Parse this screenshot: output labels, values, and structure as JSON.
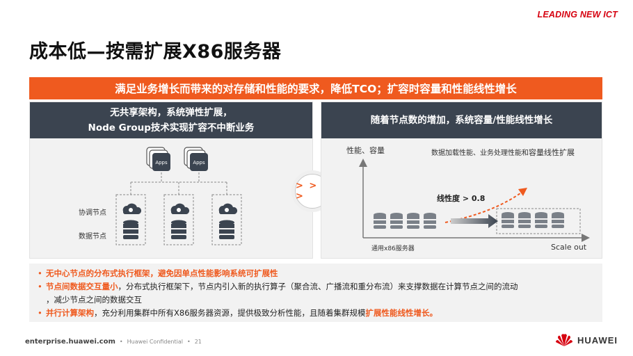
{
  "header": {
    "tagline": "LEADING NEW ICT",
    "title": "成本低—按需扩展X86服务器"
  },
  "banner": {
    "text": "满足业务增长而带来的对存储和性能的要求，降低TCO；扩容时容量和性能线性增长"
  },
  "left_panel": {
    "header_line1": "无共享架构，系统弹性扩展，",
    "header_line2": "Node Group技术实现扩容不中断业务",
    "apps_label": "Apps",
    "coord_label": "协调节点",
    "data_label": "数据节点"
  },
  "divider": {
    "label": "> > >"
  },
  "right_panel": {
    "header": "随着节点数的增加，系统容量/性能线性增长",
    "y_axis_label": "性能、容量",
    "x_axis_label": "Scale out",
    "trend_annotation_part1": "数据加载性能、业务处理性能和",
    "trend_annotation_part2": "容量线性扩展",
    "linearity": "线性度 > 0.8",
    "server_caption": "通用x86服务器"
  },
  "bullets": [
    {
      "highlight": "无中心节点的分布式执行框架，避免因单点性能影响系统可扩展性",
      "text": ""
    },
    {
      "highlight": "节点间数据交互量小",
      "text": "，分布式执行框架下，节点内引入新的执行算子（聚合流、广播流和重分布流）来支撑数据在计算节点之间的流动"
    },
    {
      "continuation": "，减少节点之间的数据交互"
    },
    {
      "highlight": "并行计算架构",
      "text": "，充分利用集群中所有X86服务器资源，提供极致分析性能，且随着集群规模",
      "highlight2": "扩展性能线性增长。"
    }
  ],
  "footer": {
    "site": "enterprise.huawei.com",
    "confidential": "Huawei Confidential",
    "page": "21"
  },
  "logo": {
    "text": "HUAWEI"
  },
  "colors": {
    "accent": "#ef5a1f",
    "dark_header": "#3b4450",
    "panel_bg": "#f2f2f2",
    "brand_red": "#d6000f"
  }
}
